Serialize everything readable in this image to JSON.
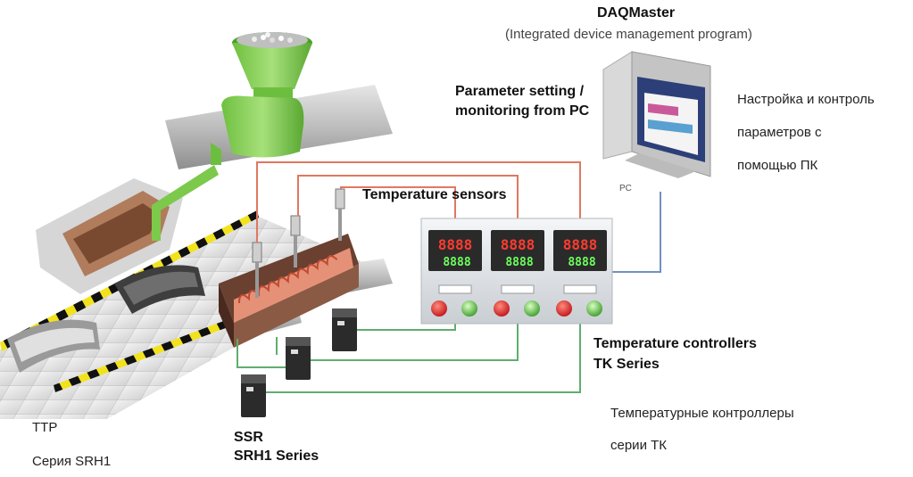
{
  "labels": {
    "daq_title": "DAQMaster",
    "daq_sub": "(Integrated device management program)",
    "param_line1": "Parameter setting /",
    "param_line2": "monitoring from PC",
    "ru_param_line1": "Настройка и контроль",
    "ru_param_line2": "параметров с",
    "ru_param_line3": "помощью ПК",
    "pc_label": "PC",
    "sensors": "Temperature sensors",
    "tc_line1": "Temperature controllers",
    "tc_line2": "TK Series",
    "ru_tc_line1": "Температурные контроллеры",
    "ru_tc_line2": "серии ТК",
    "ssr_line1": "SSR",
    "ssr_line2": "SRH1 Series",
    "ttp_line1": "ТТР",
    "ttp_line2": "Серия SRH1"
  },
  "controllers": [
    {
      "display_top": "8888",
      "display_bottom": "8888"
    },
    {
      "display_top": "8888",
      "display_bottom": "8888"
    },
    {
      "display_top": "8888",
      "display_bottom": "8888"
    }
  ],
  "colors": {
    "red_wire": "#e07860",
    "green_wire": "#5fae6e",
    "blue_wire": "#7390c0",
    "hopper": "#8fd35b",
    "panel": "#dfe3e7",
    "heater": "#8a5a44",
    "heater_coil": "#f29a80"
  }
}
